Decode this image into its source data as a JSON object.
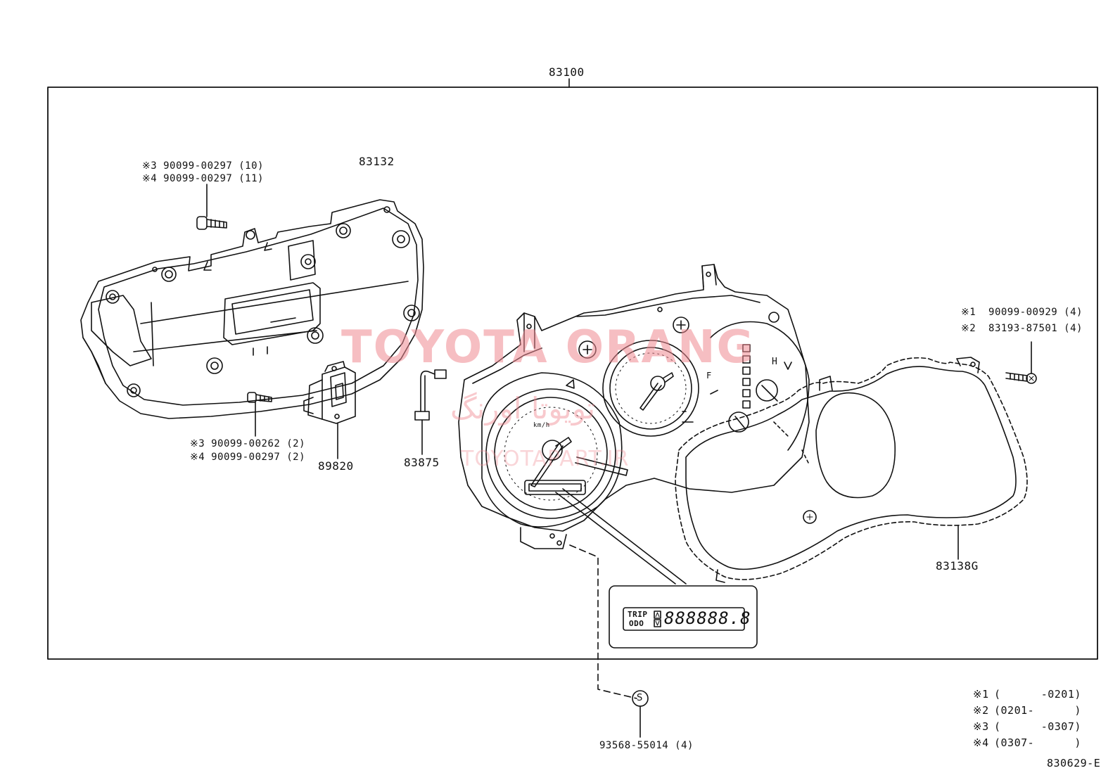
{
  "assembly": {
    "part_no": "83100"
  },
  "parts": {
    "rear_case": {
      "part_no": "83132"
    },
    "case_screw_note": {
      "line1": "※3 90099-00297 (10)",
      "line2": "※4 90099-00297 (11)"
    },
    "small_screw_note": {
      "line1": "※3 90099-00262 (2)",
      "line2": "※4 90099-00297 (2)"
    },
    "switch": {
      "part_no": "89820"
    },
    "wire_harness": {
      "part_no": "83875"
    },
    "glass_cover": {
      "part_no": "83138G"
    },
    "cover_screw_note": {
      "line1": "※1  90099-00929 (4)",
      "line2": "※2  83193-87501 (4)"
    },
    "bulb": {
      "symbol": "S",
      "part_no": "93568-55014 (4)"
    }
  },
  "odometer_display": {
    "trip": "TRIP",
    "odo": "ODO",
    "digits": "888888.8"
  },
  "gauge_labels": {
    "speed_unit": "km/h",
    "fuel_full": "F",
    "temp_hot": "H"
  },
  "notes": [
    {
      "mark": "※1",
      "range": "(      -0201)"
    },
    {
      "mark": "※2",
      "range": "(0201-      )"
    },
    {
      "mark": "※3",
      "range": "(      -0307)"
    },
    {
      "mark": "※4",
      "range": "(0307-      )"
    }
  ],
  "diagram_code": "830629-E",
  "watermark": {
    "brand": "TOYOTA ORANG",
    "persian": "تویوتا اورنگ",
    "site": "TOYOTAPART.IR",
    "color": "#f08a92"
  }
}
